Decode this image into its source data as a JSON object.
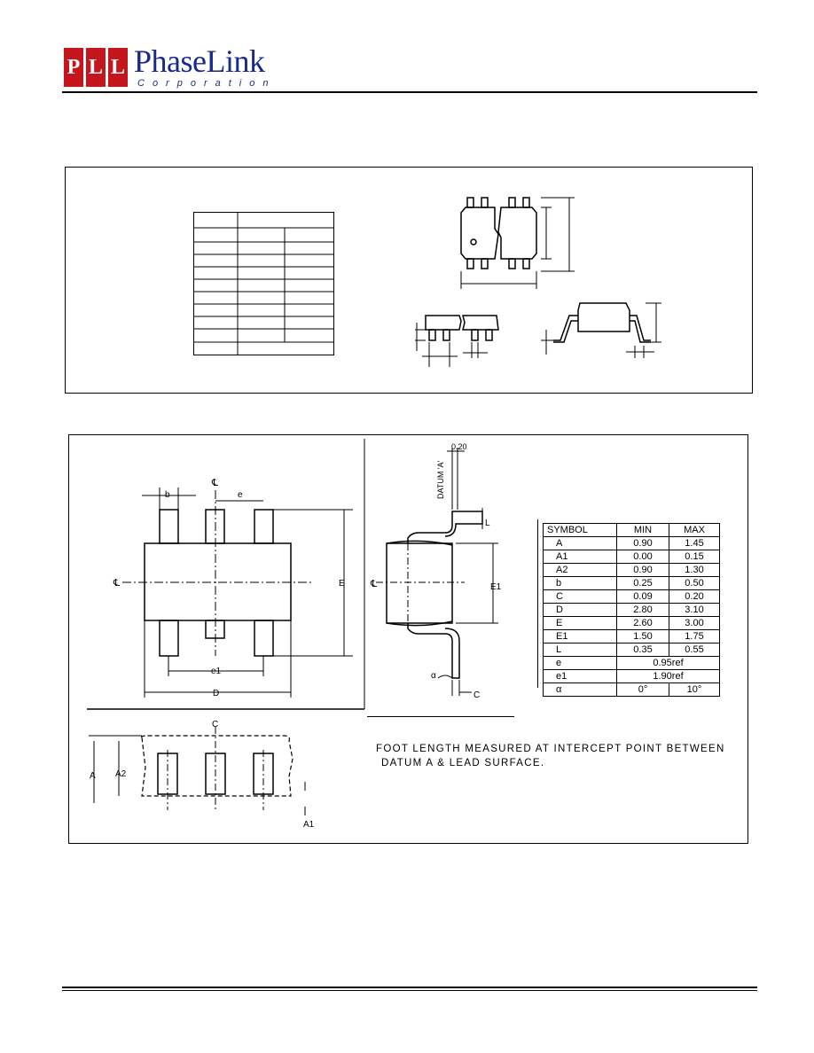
{
  "header": {
    "logo_letters": [
      "P",
      "L",
      "L"
    ],
    "brand_name": "PhaseLink",
    "brand_subtitle": "Corporation"
  },
  "drawing_labels": {
    "datum": "DATUM 'A'",
    "tolerance": "0.20",
    "centerline": "℄",
    "b": "b",
    "e": "e",
    "E": "E",
    "e1": "e1",
    "D": "D",
    "E1": "E1",
    "L": "L",
    "C": "C",
    "A": "A",
    "A1": "A1",
    "A2": "A2",
    "alpha": "α"
  },
  "dimension_table": {
    "headers": [
      "SYMBOL",
      "MIN",
      "MAX"
    ],
    "rows": [
      {
        "symbol": "A",
        "min": "0.90",
        "max": "1.45"
      },
      {
        "symbol": "A1",
        "min": "0.00",
        "max": "0.15"
      },
      {
        "symbol": "A2",
        "min": "0.90",
        "max": "1.30"
      },
      {
        "symbol": "b",
        "min": "0.25",
        "max": "0.50"
      },
      {
        "symbol": "C",
        "min": "0.09",
        "max": "0.20"
      },
      {
        "symbol": "D",
        "min": "2.80",
        "max": "3.10"
      },
      {
        "symbol": "E",
        "min": "2.60",
        "max": "3.00"
      },
      {
        "symbol": "E1",
        "min": "1.50",
        "max": "1.75"
      },
      {
        "symbol": "L",
        "min": "0.35",
        "max": "0.55"
      }
    ],
    "e_row": {
      "symbol": "e",
      "value": "0.95ref"
    },
    "e1_row": {
      "symbol": "e1",
      "value": "1.90ref"
    },
    "alpha_row": {
      "symbol": "α",
      "min": "0°",
      "max": "10°"
    }
  },
  "note": {
    "line1": "FOOT LENGTH MEASURED AT INTERCEPT POINT BETWEEN",
    "line2": "DATUM A & LEAD SURFACE."
  },
  "colors": {
    "logo_red": "#c4161c",
    "brand_blue": "#1a2a8c"
  }
}
